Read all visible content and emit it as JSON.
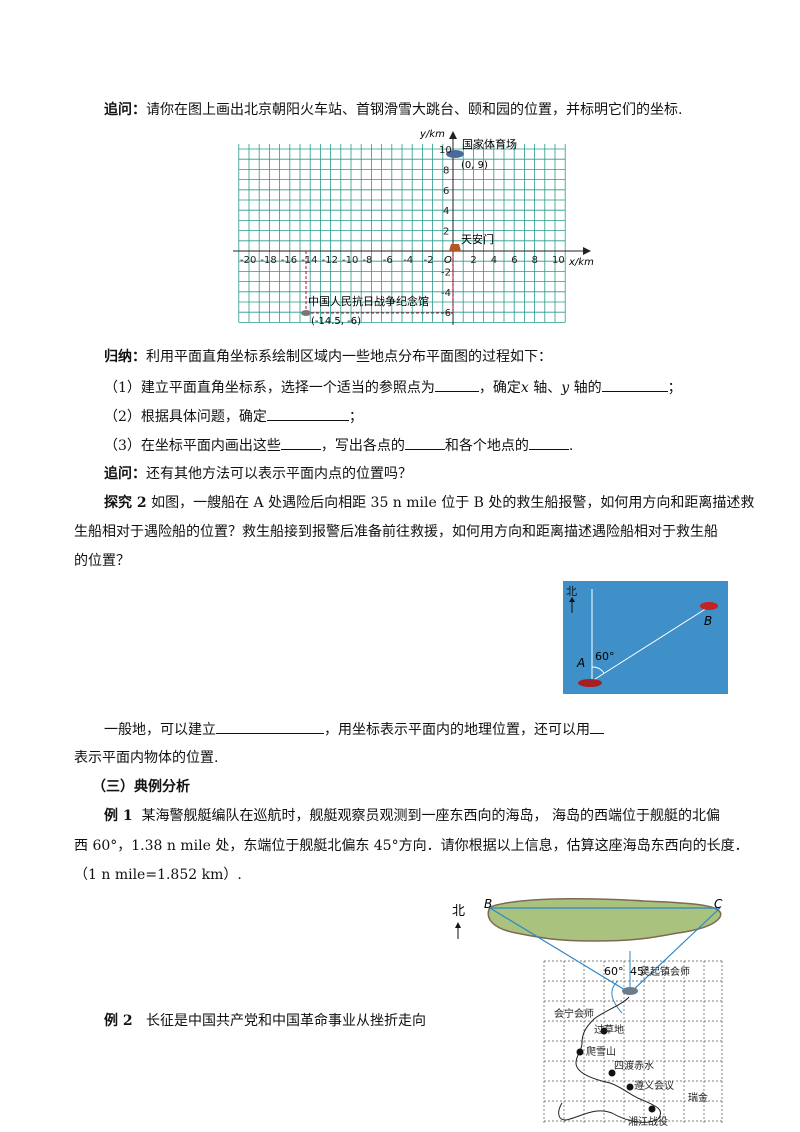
{
  "q1": {
    "label": "追问：",
    "text": "请你在图上画出北京朝阳火车站、首钢滑雪大跳台、颐和园的位置，并标明它们的坐标."
  },
  "grid": {
    "ylabel": "y/km",
    "xlabel": "x/km",
    "origin": "O",
    "xticks": [
      "-20",
      "-18",
      "-16",
      "-14",
      "-12",
      "-10",
      "-8",
      "-6",
      "-4",
      "-2",
      "2",
      "4",
      "6",
      "8",
      "10"
    ],
    "yticks": [
      "10",
      "8",
      "6",
      "4",
      "2",
      "-2",
      "-4",
      "-6"
    ],
    "p1_name": "国家体育场",
    "p1_coord": "(0, 9)",
    "p2_name": "天安门",
    "p3_name": "中国人民抗日战争纪念馆",
    "p3_coord": "(-14.5, -6)"
  },
  "summary": {
    "label": "归纳：",
    "intro": "利用平面直角坐标系绘制区域内一些地点分布平面图的过程如下：",
    "s1a": "（1）建立平面直角坐标系，选择一个适当的参照点为",
    "s1b": "，确定",
    "s1c": "x",
    "s1d": " 轴、",
    "s1e": "y",
    "s1f": " 轴的",
    "s1g": "；",
    "s2a": "（2）根据具体问题，确定",
    "s2b": "；",
    "s3a": "（3）在坐标平面内画出这些",
    "s3b": "，写出各点的",
    "s3c": "和各个地点的",
    "s3d": "."
  },
  "q2": {
    "label": "追问：",
    "text": "还有其他方法可以表示平面内点的位置吗？"
  },
  "explore": {
    "label": "探究 2",
    "l1": "如图，一艘船在 A 处遇险后向相距 35 n mile 位于 B 处的救生船报警，如何用方向和距离描述救",
    "l2": "生船相对于遇险船的位置？救生船接到报警后准备前往救援，如何用方向和距离描述遇险船相对于救生船",
    "l3": "的位置？"
  },
  "ship_fig": {
    "north": "北",
    "A": "A",
    "B": "B",
    "angle": "60°"
  },
  "general": {
    "a": "一般地，可以建立",
    "b": "，用坐标表示平面内的地理位置，还可以用",
    "c": "表示平面内物体的位置."
  },
  "section": "（三）典例分析",
  "ex1": {
    "label": "例 1",
    "l1": "某海警舰艇编队在巡航时，舰艇观察员观测到一座东西向的海岛，  海岛的西端位于舰艇的北偏",
    "l2": "西 60°，1.38 n mile 处，东端位于舰艇北偏东 45°方向．请你根据以上信息，估算这座海岛东西向的长度．",
    "l3": "（1 n mile=1.852 km）."
  },
  "island_fig": {
    "north": "北",
    "B": "B",
    "C": "C",
    "a1": "60°",
    "a2": "45°",
    "places": [
      "吴起镇会师",
      "会宁会师",
      "过草地",
      "爬雪山",
      "四渡赤水",
      "遵义会议",
      "瑞金",
      "湘江战役"
    ]
  },
  "ex2": {
    "label": "例 2",
    "text": "长征是中国共产党和中国革命事业从挫折走向"
  }
}
